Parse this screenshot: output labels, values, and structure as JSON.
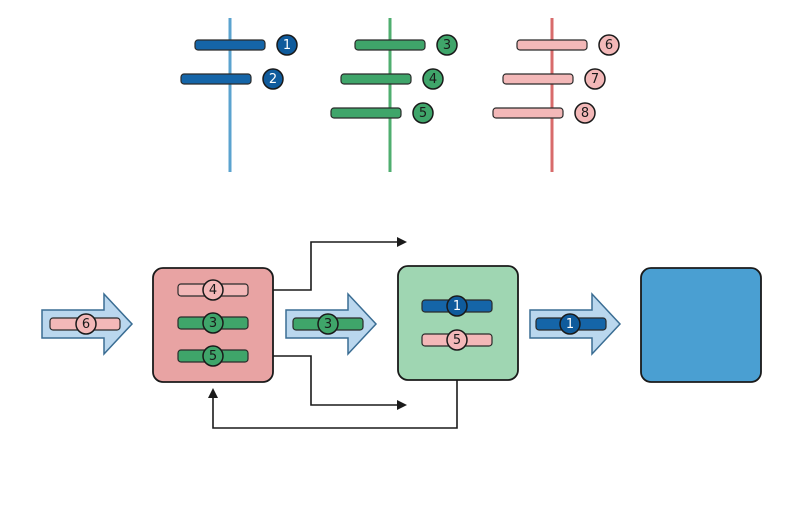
{
  "colors": {
    "blue_bar": "#1565a8",
    "blue_badge": "#0f5b9c",
    "blue_line": "#5ba3cf",
    "green_bar": "#3fa56a",
    "green_line": "#4fae6f",
    "pink_bar": "#f3b8b8",
    "pink_line": "#d86b6b",
    "box_red": "#e8a3a3",
    "box_green": "#9fd6b2",
    "box_blue": "#4a9fd2",
    "arrow_fill": "#bad7ee",
    "dark": "#1a1a1a"
  },
  "timelines": [
    {
      "color_key": "blue",
      "items": [
        {
          "label": "1"
        },
        {
          "label": "2"
        }
      ]
    },
    {
      "color_key": "green",
      "items": [
        {
          "label": "3"
        },
        {
          "label": "4"
        },
        {
          "label": "5"
        }
      ]
    },
    {
      "color_key": "pink",
      "items": [
        {
          "label": "6"
        },
        {
          "label": "7"
        },
        {
          "label": "8"
        }
      ]
    }
  ],
  "flow": {
    "input_arrow": {
      "label": "6",
      "color_key": "pink"
    },
    "stage1_items": [
      {
        "label": "4",
        "color_key": "pink"
      },
      {
        "label": "3",
        "color_key": "green"
      },
      {
        "label": "5",
        "color_key": "green"
      }
    ],
    "arrow_1_2": {
      "label": "3",
      "color_key": "green"
    },
    "stage2_items": [
      {
        "label": "1",
        "color_key": "blue"
      },
      {
        "label": "5",
        "color_key": "pink"
      }
    ],
    "arrow_2_3": {
      "label": "1",
      "color_key": "blue"
    }
  }
}
